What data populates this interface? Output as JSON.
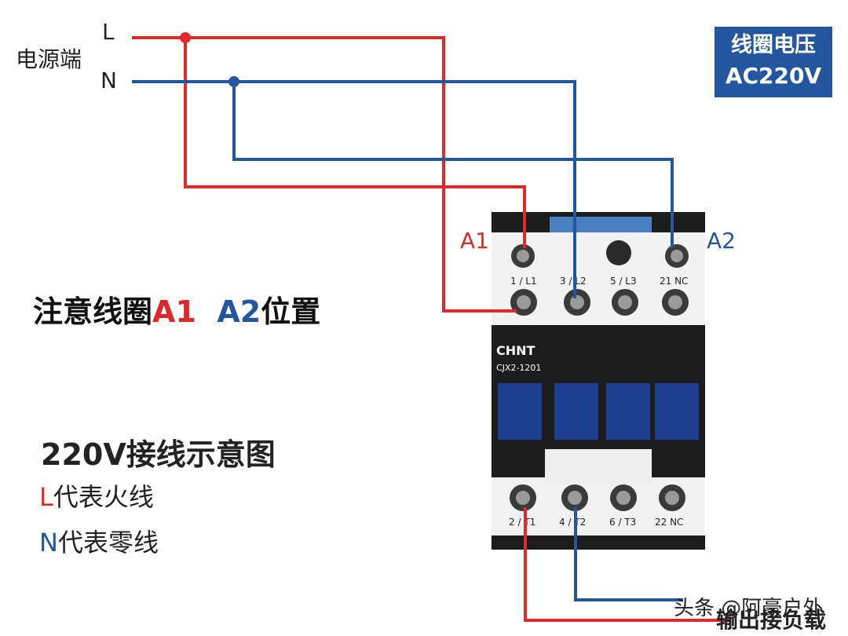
{
  "power": {
    "label": "电源端",
    "L": "L",
    "N": "N"
  },
  "coil_badge": {
    "line1": "线圈电压",
    "line2": "AC220V"
  },
  "attention": {
    "prefix": "注意线圈",
    "a1": "A1",
    "a2": "A2",
    "suffix": "位置"
  },
  "diagram_title": "220V接线示意图",
  "legend": {
    "l": {
      "letter": "L",
      "text": "代表火线"
    },
    "n": {
      "letter": "N",
      "text": "代表零线"
    }
  },
  "terminal_labels": {
    "a1": "A1",
    "a2": "A2"
  },
  "contactor": {
    "brand": "CHNT",
    "model": "CJX2-1201",
    "top_terminals": [
      "1 / L1",
      "3 / L2",
      "5 / L3",
      "21 NC"
    ],
    "bottom_terminals": [
      "2 / T1",
      "4 / T2",
      "6 / T3",
      "22 NC"
    ]
  },
  "output": {
    "label": "输出接负载"
  },
  "watermark": "头条 @阿豪户外",
  "colors": {
    "live": "#e02a2a",
    "neutral": "#2456a0",
    "badge": "#2456a0",
    "body": "#1c1c1c",
    "button": "#1e3f8f"
  }
}
